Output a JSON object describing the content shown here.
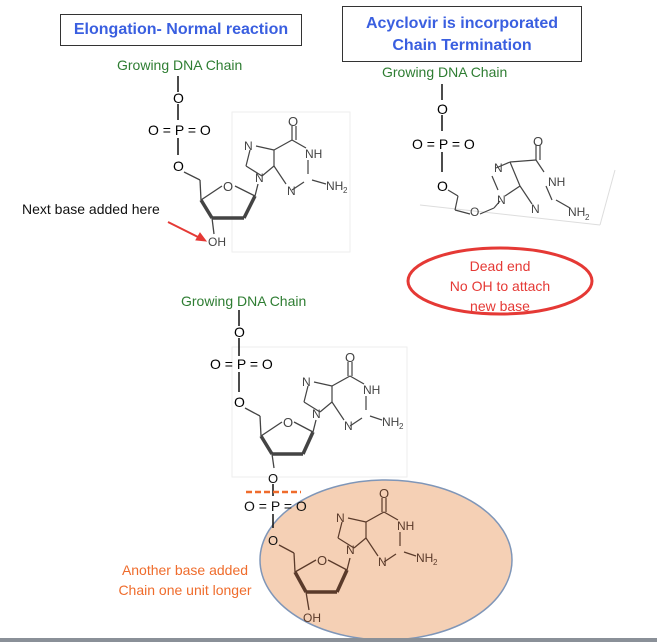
{
  "panels": {
    "normal": {
      "title": "Elongation- Normal reaction",
      "chain_label": "Growing DNA Chain",
      "annotation": "Next base added here",
      "hydroxyl": "OH"
    },
    "acyclovir": {
      "title_line1": "Acyclovir is incorporated",
      "title_line2": "Chain Termination",
      "chain_label": "Growing DNA Chain",
      "dead_end_line1": "Dead end",
      "dead_end_line2": "No OH to attach",
      "dead_end_line3": "new base"
    },
    "extended": {
      "chain_label": "Growing DNA Chain",
      "note_line1": "Another base added",
      "note_line2": "Chain one unit longer",
      "hydroxyl": "OH"
    }
  },
  "atoms": {
    "O": "O",
    "P": "P",
    "N": "N",
    "NH": "NH",
    "NH2": "NH",
    "sub2": "2",
    "OH": "OH",
    "phosphate": "O = P = O"
  },
  "colors": {
    "title_blue": "#3a5fe0",
    "chain_green": "#2e7d32",
    "alert_red": "#e53935",
    "note_orange": "#ef6c2c",
    "ellipse_fill": "#f5d0b5",
    "ellipse_stroke": "#7f96b8"
  }
}
